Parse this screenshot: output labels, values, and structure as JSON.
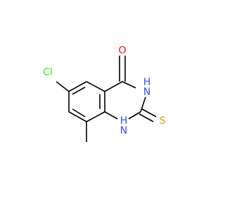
{
  "molecule": {
    "atoms": {
      "oxygen": {
        "text": "O",
        "color": "#ff0d0d"
      },
      "nh_top": {
        "text": "H",
        "color": "#3050f8"
      },
      "n_top": {
        "text": "N",
        "color": "#3050f8"
      },
      "nh_bottom": {
        "text": "H",
        "color": "#3050f8"
      },
      "n_bottom": {
        "text": "N",
        "color": "#3050f8"
      },
      "sulfur": {
        "text": "S",
        "color": "#c6b700"
      },
      "chlorine": {
        "text": "Cl",
        "color": "#1ff01f"
      }
    },
    "bond_color": "#000000",
    "background": "#ffffff"
  }
}
